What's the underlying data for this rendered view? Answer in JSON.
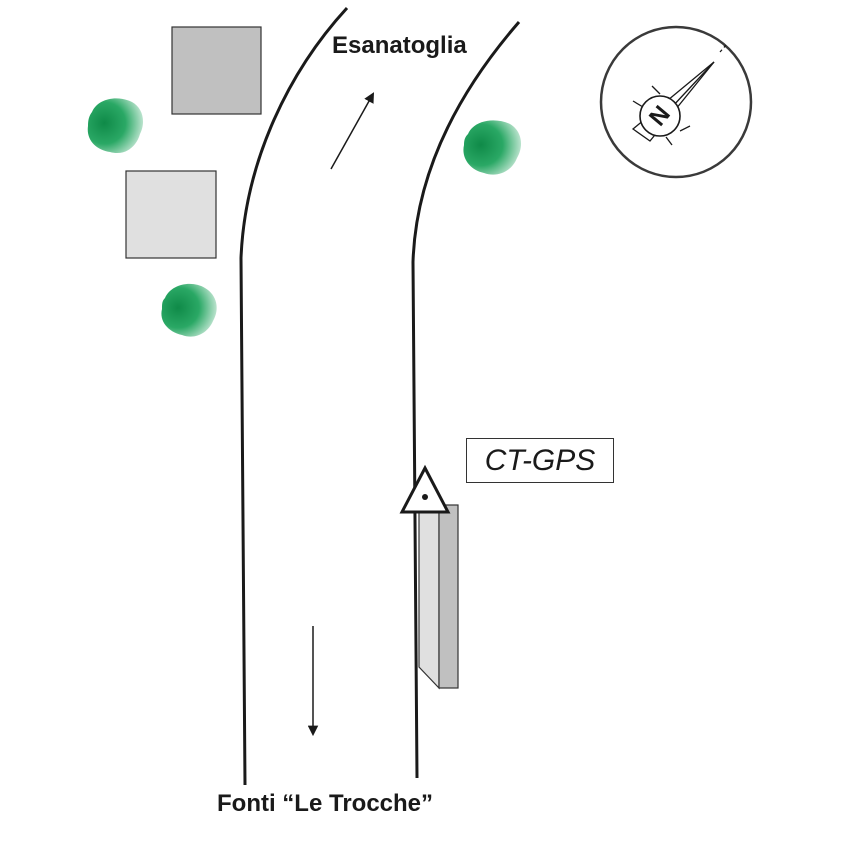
{
  "labels": {
    "north_destination": "Esanatoglia",
    "south_destination": "Fonti “Le Trocche”",
    "station_code": "CT-GPS",
    "compass_letter": "N"
  },
  "colors": {
    "tree_green": "#1a9a55",
    "building_dark": "#c0c0c0",
    "building_light": "#e0e0e0",
    "line": "#1a1a1a"
  },
  "icons": {
    "compass": "compass-icon",
    "station_marker": "triangle-station-icon",
    "tree": "tree-icon"
  }
}
